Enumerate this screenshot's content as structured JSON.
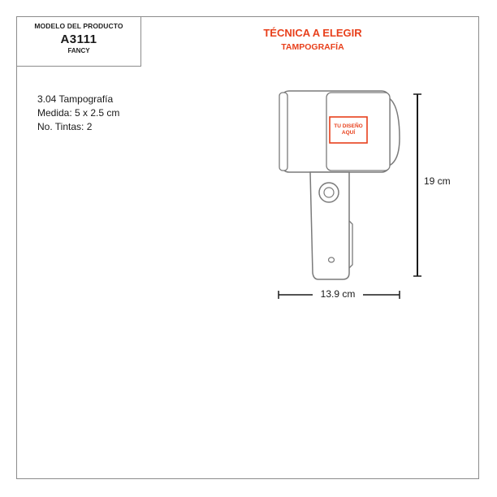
{
  "model": {
    "heading": "MODELO DEL PRODUCTO",
    "code": "A3111",
    "name": "FANCY"
  },
  "technique": {
    "title": "TÉCNICA A ELEGIR",
    "name": "TAMPOGRAFÍA"
  },
  "specs": {
    "line1": "3.04 Tampografía",
    "line2": "Medida:  5 x 2.5 cm",
    "line3": "No. Tintas: 2"
  },
  "dimensions": {
    "height": "19 cm",
    "width": "13.9 cm"
  },
  "design_area": {
    "line1": "TU DISEÑO",
    "line2": "AQUÍ"
  },
  "colors": {
    "accent": "#e8401c",
    "border": "#8c8c8c",
    "outline": "#7a7a7a",
    "text": "#1a1a1a"
  }
}
